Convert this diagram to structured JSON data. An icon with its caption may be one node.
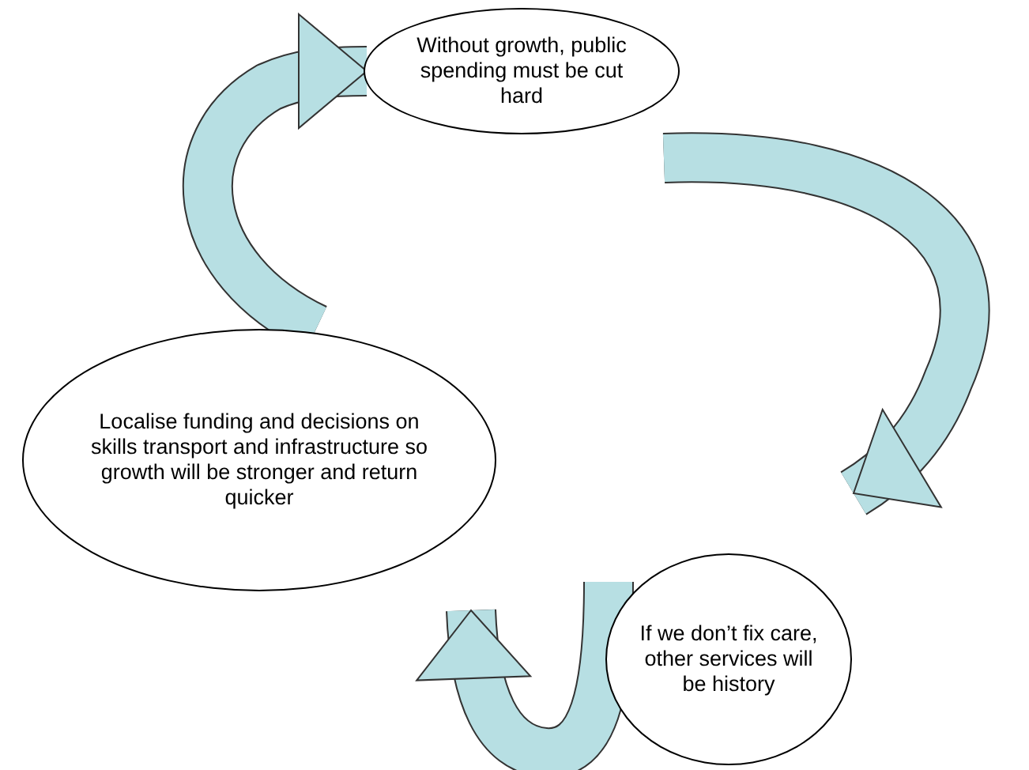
{
  "diagram": {
    "nodes": [
      {
        "text": [
          "Without growth, public spending must be cut hard"
        ]
      },
      {
        "text": [
          "If we don’t fix care, other services will be history"
        ]
      },
      {
        "text": [
          "Localise funding and decisions on skills transport and infrastructure so growth will be stronger and return quicker"
        ]
      }
    ],
    "edges": [
      {
        "from": 0,
        "to": 1,
        "arrow": "to"
      },
      {
        "from": 1,
        "to": 2,
        "arrow": "to"
      },
      {
        "from": 2,
        "to": 0,
        "arrow": "to"
      }
    ]
  }
}
